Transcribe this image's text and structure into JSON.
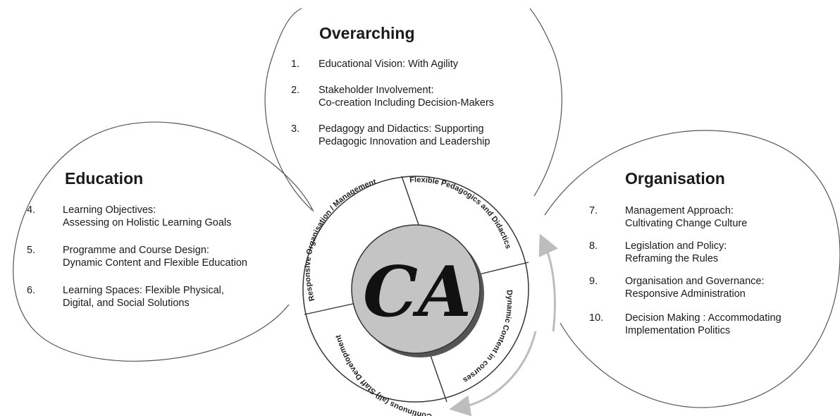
{
  "overarching": {
    "heading": "Overarching",
    "items": [
      {
        "num": "1.",
        "line1": "Educational Vision: With Agility",
        "line2": ""
      },
      {
        "num": "2.",
        "line1": "Stakeholder Involvement:",
        "line2": "Co-creation Including Decision-Makers"
      },
      {
        "num": "3.",
        "line1": "Pedagogy and Didactics: Supporting",
        "line2": "Pedagogic Innovation and Leadership"
      }
    ]
  },
  "education": {
    "heading": "Education",
    "items": [
      {
        "num": "4.",
        "line1": "Learning Objectives:",
        "line2": "Assessing on Holistic Learning Goals"
      },
      {
        "num": "5.",
        "line1": "Programme and Course Design:",
        "line2": "Dynamic Content and Flexible Education"
      },
      {
        "num": "6.",
        "line1": "Learning Spaces: Flexible Physical,",
        "line2": "Digital, and Social Solutions"
      }
    ]
  },
  "organisation": {
    "heading": "Organisation",
    "items": [
      {
        "num": "7.",
        "line1": "Management Approach:",
        "line2": "Cultivating Change Culture"
      },
      {
        "num": "8.",
        "line1": "Legislation and Policy:",
        "line2": "Reframing the Rules"
      },
      {
        "num": "9.",
        "line1": "Organisation and Governance:",
        "line2": "Responsive Administration"
      },
      {
        "num": "10.",
        "line1": "Decision Making : Accommodating",
        "line2": "Implementation Politics"
      }
    ]
  },
  "wheel": {
    "segments": [
      "Flexible Pedagogics and Didactics",
      "Dynamic Content in courses",
      "Continuous (all) Staff Development",
      "Responsive Organisation / Management"
    ],
    "logo_text": "CA",
    "hub_color": "#c4c4c4",
    "arrow_color": "#bdbdbd"
  }
}
